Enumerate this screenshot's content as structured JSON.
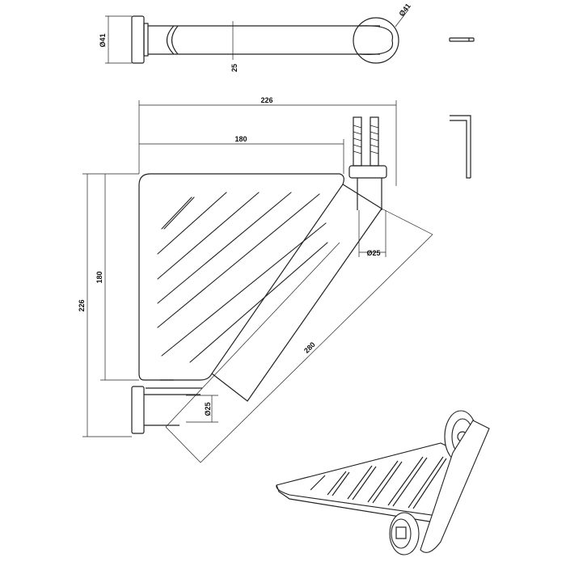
{
  "drawing": {
    "top_view": {
      "plate_diameter": "Ø41",
      "bar_diameter": "25",
      "rosette_diameter": "Ø41"
    },
    "plan_view": {
      "overall_width": "226",
      "shelf_width": "180",
      "overall_depth": "226",
      "shelf_depth": "180",
      "diagonal_length": "280",
      "bar_diameter_right": "Ø25",
      "bar_diameter_left": "Ø25"
    },
    "line_color": "#222222"
  }
}
